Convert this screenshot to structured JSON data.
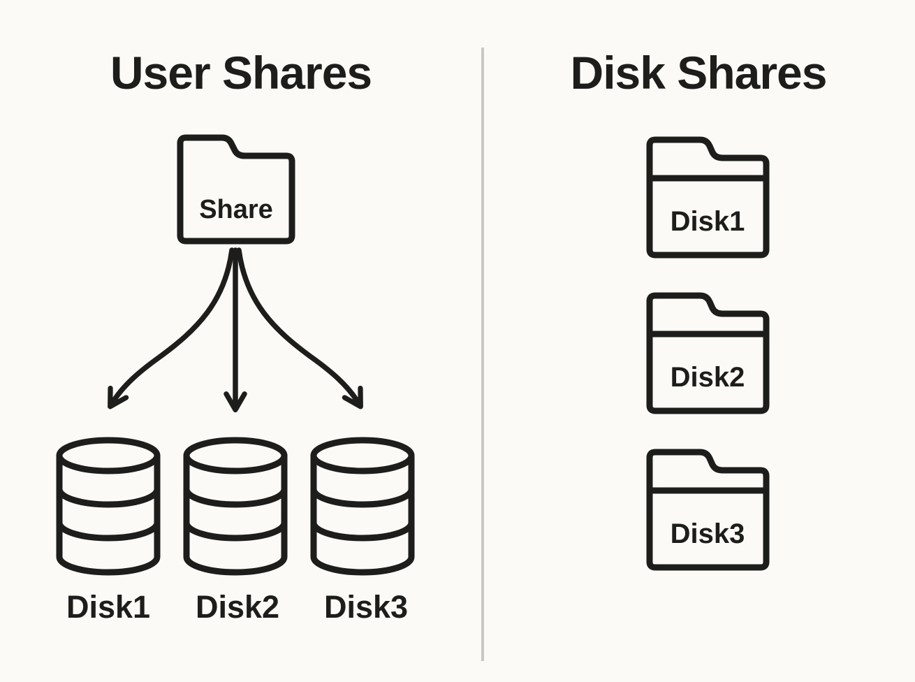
{
  "colors": {
    "ink": "#1d1d1b",
    "background": "#fbfaf6",
    "divider": "#c9c8c5"
  },
  "left": {
    "title": "User Shares",
    "folder_label": "Share",
    "disks": [
      {
        "label": "Disk1"
      },
      {
        "label": "Disk2"
      },
      {
        "label": "Disk3"
      }
    ]
  },
  "right": {
    "title": "Disk Shares",
    "folders": [
      {
        "label": "Disk1"
      },
      {
        "label": "Disk2"
      },
      {
        "label": "Disk3"
      }
    ]
  }
}
